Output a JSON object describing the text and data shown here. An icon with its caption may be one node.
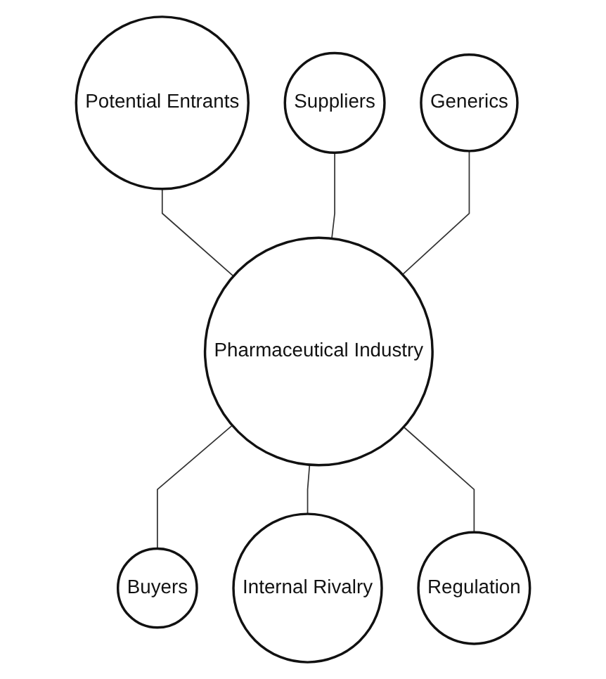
{
  "diagram": {
    "nodes": [
      {
        "text": [
          "Potential Entrants"
        ]
      },
      {
        "text": [
          "Suppliers"
        ]
      },
      {
        "text": [
          "Generics"
        ]
      },
      {
        "text": [
          "Pharmaceutical Industry"
        ]
      },
      {
        "text": [
          "Buyers"
        ]
      },
      {
        "text": [
          "Internal Rivalry"
        ]
      },
      {
        "text": [
          "Regulation"
        ]
      }
    ],
    "edges": [
      {
        "from": 0,
        "to": 3,
        "arrow": "none"
      },
      {
        "from": 1,
        "to": 3,
        "arrow": "none"
      },
      {
        "from": 2,
        "to": 3,
        "arrow": "none"
      },
      {
        "from": 3,
        "to": 4,
        "arrow": "none"
      },
      {
        "from": 3,
        "to": 5,
        "arrow": "none"
      },
      {
        "from": 3,
        "to": 6,
        "arrow": "none"
      }
    ]
  }
}
